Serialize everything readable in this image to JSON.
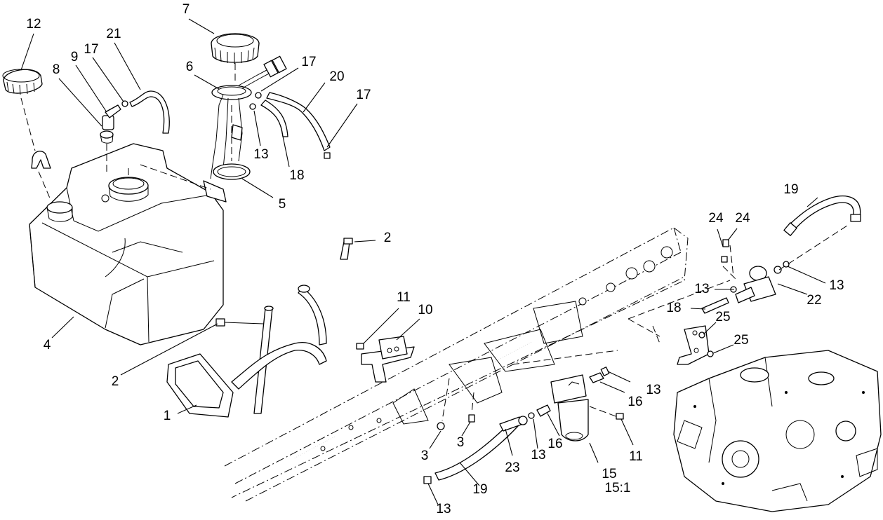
{
  "callouts": {
    "c1": "1",
    "c2a": "2",
    "c2b": "2",
    "c3a": "3",
    "c3b": "3",
    "c4": "4",
    "c5": "5",
    "c6": "6",
    "c7": "7",
    "c8": "8",
    "c9": "9",
    "c10": "10",
    "c11a": "11",
    "c11b": "11",
    "c12": "12",
    "c13a": "13",
    "c13b": "13",
    "c13c": "13",
    "c13d": "13",
    "c13e": "13",
    "c13f": "13",
    "c15": "15",
    "c15b": "15:1",
    "c16a": "16",
    "c16b": "16",
    "c17a": "17",
    "c17b": "17",
    "c17c": "17",
    "c18a": "18",
    "c18b": "18",
    "c19a": "19",
    "c19b": "19",
    "c20": "20",
    "c21": "21",
    "c22": "22",
    "c23": "23",
    "c24a": "24",
    "c24b": "24",
    "c25a": "25",
    "c25b": "25"
  }
}
